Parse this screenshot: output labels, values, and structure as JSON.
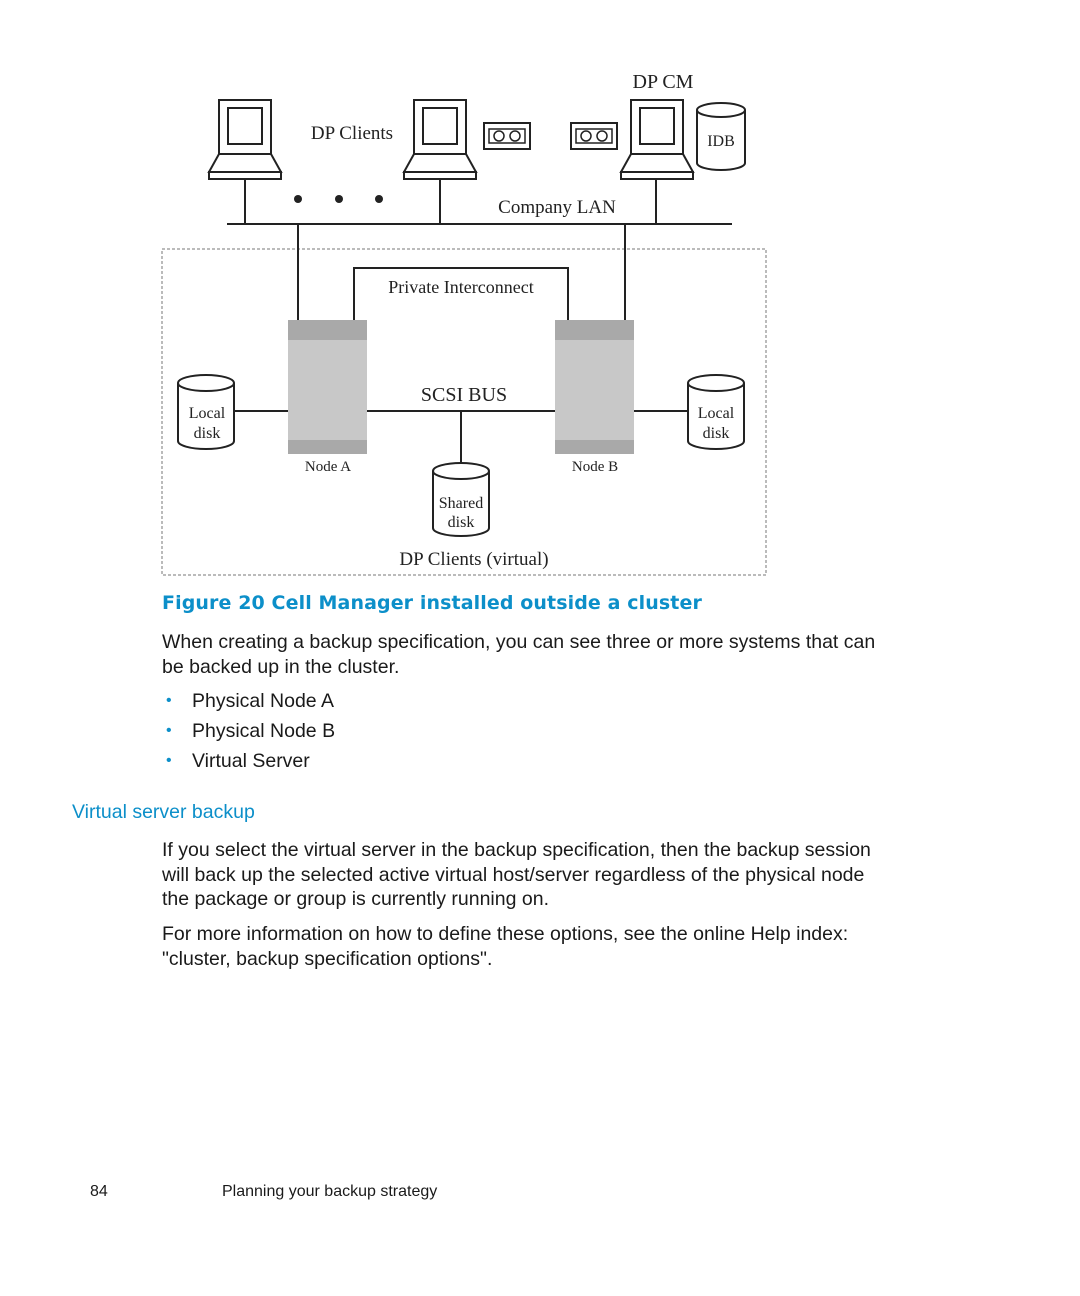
{
  "diagram": {
    "dp_cm": "DP CM",
    "dp_clients": "DP Clients",
    "idb": "IDB",
    "company_lan": "Company LAN",
    "private_interconnect": "Private Interconnect",
    "scsi_bus": "SCSI BUS",
    "local_disk_left": [
      "Local",
      "disk"
    ],
    "local_disk_right": [
      "Local",
      "disk"
    ],
    "node_a": "Node A",
    "node_b": "Node B",
    "shared_disk": [
      "Shared",
      "disk"
    ],
    "dp_clients_virtual": "DP Clients (virtual)"
  },
  "figure": {
    "caption": "Figure 20 Cell Manager installed outside a cluster"
  },
  "body": {
    "intro": "When creating a backup specification, you can see three or more systems that can be backed up in the cluster.",
    "bullets": [
      "Physical Node A",
      "Physical Node B",
      "Virtual Server"
    ],
    "section_heading": "Virtual server backup",
    "para1": "If you select the virtual server in the backup specification, then the backup session will back up the selected active virtual host/server regardless of the physical node the package or group is currently running on.",
    "para2": "For more information on how to define these options, see the online Help index: \"cluster, backup specification options\"."
  },
  "footer": {
    "page_number": "84",
    "title": "Planning your backup strategy"
  },
  "colors": {
    "accent": "#0c8fc9",
    "node_fill": "#c8c8c8",
    "node_header": "#a9a9a9"
  }
}
